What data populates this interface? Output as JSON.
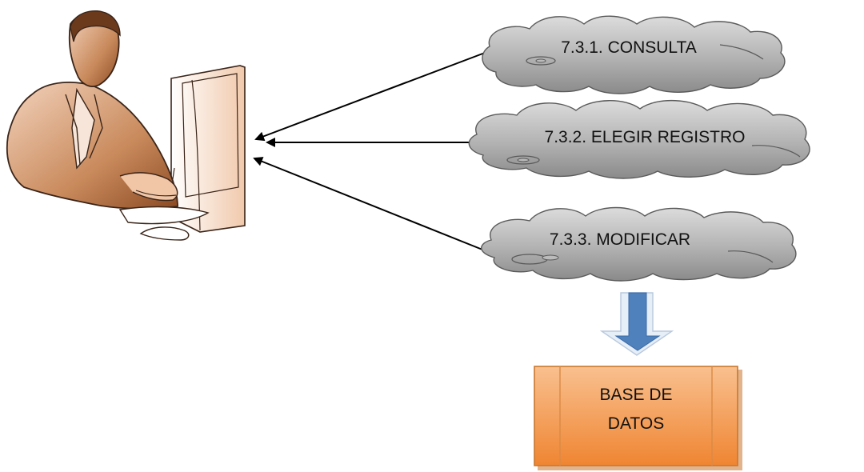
{
  "diagram": {
    "clouds": [
      {
        "label": "7.3.1. CONSULTA"
      },
      {
        "label": "7.3.2. ELEGIR REGISTRO"
      },
      {
        "label": "7.3.3. MODIFICAR"
      }
    ],
    "database": {
      "line1": "BASE DE",
      "line2": "DATOS"
    },
    "user": {
      "icon": "person-at-computer-icon"
    },
    "colors": {
      "cloud_fill_top": "#d2d2d2",
      "cloud_fill_bottom": "#8c8c8c",
      "database_fill_top": "#f7b27c",
      "database_fill_bottom": "#f08a34",
      "database_border": "#c9772f",
      "down_arrow": "#4f81bd",
      "connector": "#000000",
      "person_skin": "#c98a5c",
      "person_shadow": "#8c4a23"
    }
  }
}
